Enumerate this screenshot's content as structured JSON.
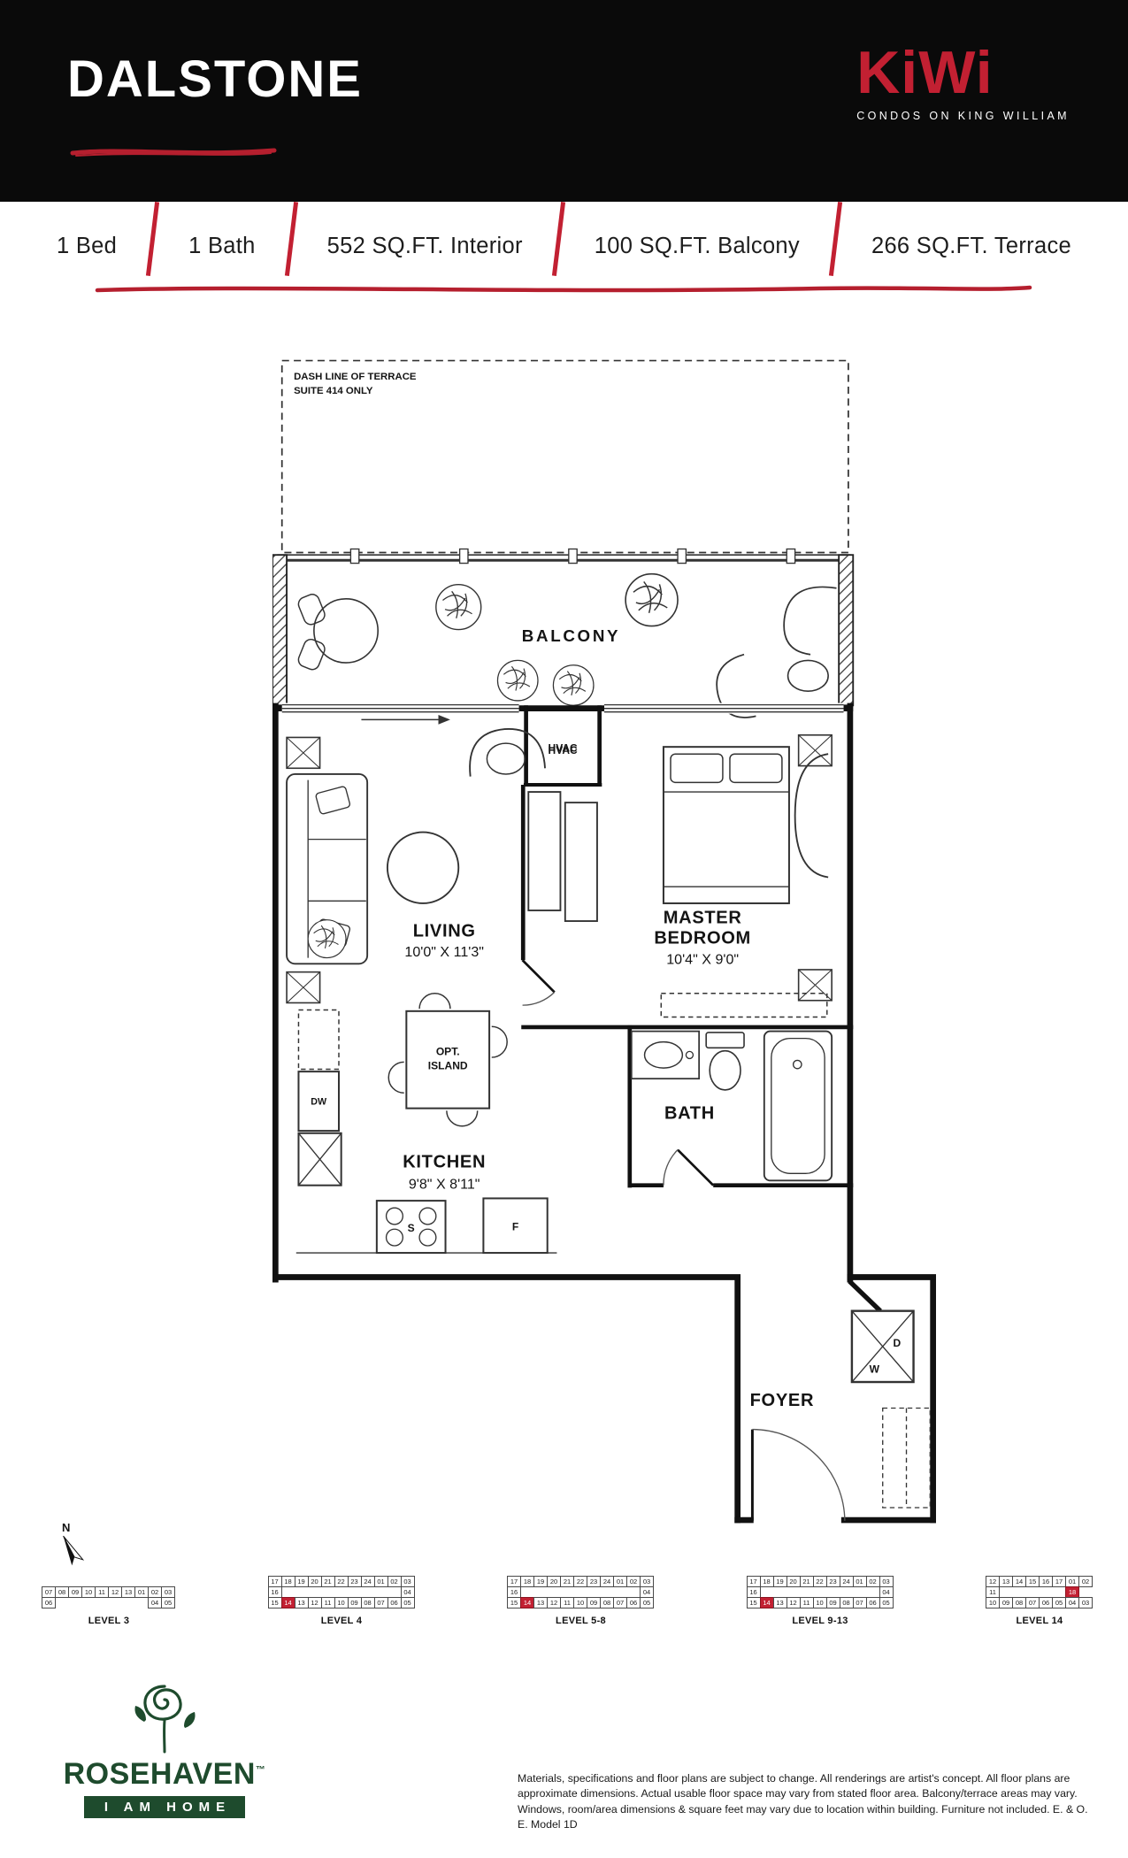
{
  "header": {
    "title": "DALSTONE",
    "brand": {
      "name": "KiWi",
      "tagline": "CONDOS ON KING WILLIAM"
    }
  },
  "stats": {
    "items": [
      "1 Bed",
      "1 Bath",
      "552 SQ.FT. Interior",
      "100 SQ.FT. Balcony",
      "266 SQ.FT. Terrace"
    ]
  },
  "plan": {
    "terrace_note_line1": "DASH LINE OF TERRACE",
    "terrace_note_line2": "SUITE 414 ONLY",
    "balcony": "BALCONY",
    "hvac": "HVAC",
    "living": {
      "name": "LIVING",
      "dims": "10'0\" X 11'3\""
    },
    "master": {
      "line1": "MASTER",
      "line2": "BEDROOM",
      "dims": "10'4\" X 9'0\""
    },
    "bath": "BATH",
    "kitchen": {
      "name": "KITCHEN",
      "dims": "9'8\" X 8'11\""
    },
    "island": {
      "line1": "OPT.",
      "line2": "ISLAND"
    },
    "foyer": "FOYER",
    "labels": {
      "dw": "DW",
      "stove": "S",
      "fridge": "F",
      "dryer": "D",
      "washer": "W"
    },
    "north": "N"
  },
  "levels": [
    {
      "label": "LEVEL 3",
      "highlight": "",
      "rows": [
        [
          "07",
          "08",
          "09",
          "10",
          "11",
          "12",
          "13",
          "01",
          "02",
          "03"
        ],
        [
          "06",
          "",
          "",
          "",
          "",
          "",
          "",
          "",
          "04",
          "05"
        ]
      ]
    },
    {
      "label": "LEVEL 4",
      "highlight": "14",
      "rows": [
        [
          "17",
          "18",
          "19",
          "20",
          "21",
          "22",
          "23",
          "24",
          "01",
          "02",
          "03"
        ],
        [
          "16",
          "",
          "",
          "",
          "",
          "",
          "",
          "",
          "",
          "",
          "04"
        ],
        [
          "15",
          "14",
          "13",
          "12",
          "11",
          "10",
          "09",
          "08",
          "07",
          "06",
          "05"
        ]
      ]
    },
    {
      "label": "LEVEL 5-8",
      "highlight": "14",
      "rows": [
        [
          "17",
          "18",
          "19",
          "20",
          "21",
          "22",
          "23",
          "24",
          "01",
          "02",
          "03"
        ],
        [
          "16",
          "",
          "",
          "",
          "",
          "",
          "",
          "",
          "",
          "",
          "04"
        ],
        [
          "15",
          "14",
          "13",
          "12",
          "11",
          "10",
          "09",
          "08",
          "07",
          "06",
          "05"
        ]
      ]
    },
    {
      "label": "LEVEL 9-13",
      "highlight": "14",
      "rows": [
        [
          "17",
          "18",
          "19",
          "20",
          "21",
          "22",
          "23",
          "24",
          "01",
          "02",
          "03"
        ],
        [
          "16",
          "",
          "",
          "",
          "",
          "",
          "",
          "",
          "",
          "",
          "04"
        ],
        [
          "15",
          "14",
          "13",
          "12",
          "11",
          "10",
          "09",
          "08",
          "07",
          "06",
          "05"
        ]
      ]
    },
    {
      "label": "LEVEL 14",
      "highlight": "18",
      "rows": [
        [
          "12",
          "13",
          "14",
          "15",
          "16",
          "17",
          "01",
          "02"
        ],
        [
          "11",
          "",
          "",
          "",
          "",
          "",
          "18",
          ""
        ],
        [
          "10",
          "09",
          "08",
          "07",
          "06",
          "05",
          "04",
          "03"
        ]
      ]
    }
  ],
  "footer": {
    "builder": "ROSEHAVEN",
    "builder_tm": "™",
    "builder_tagline": "I AM HOME",
    "disclaimer": "Materials, specifications and floor plans are subject to change. All renderings are artist's concept. All floor plans are approximate dimensions. Actual usable floor space may vary from stated floor area. Balcony/terrace areas may vary. Windows, room/area dimensions & square feet may vary due to location within building. Furniture not included. E. & O. E. Model 1D"
  },
  "colors": {
    "accent_red": "#c22032",
    "builder_green": "#1e4b2d"
  }
}
